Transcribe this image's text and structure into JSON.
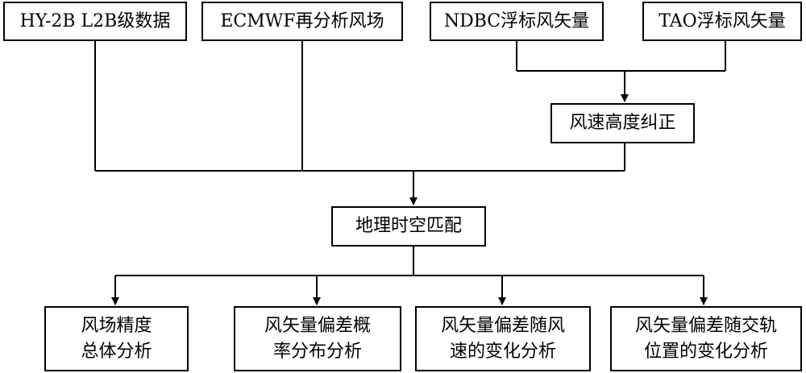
{
  "sources": {
    "hy2b": "HY-2B L2B级数据",
    "ecmwf": "ECMWF再分析风场",
    "ndbc": "NDBC浮标风矢量",
    "tao": "TAO浮标风矢量"
  },
  "height_correction": "风速高度纠正",
  "spatiotemporal_matching": "地理时空匹配",
  "analyses": [
    {
      "line1": "风场精度",
      "line2": "总体分析"
    },
    {
      "line1": "风矢量偏差概",
      "line2": "率分布分析"
    },
    {
      "line1": "风矢量偏差随风",
      "line2": "速的变化分析"
    },
    {
      "line1": "风矢量偏差随交轨",
      "line2": "位置的变化分析"
    }
  ]
}
